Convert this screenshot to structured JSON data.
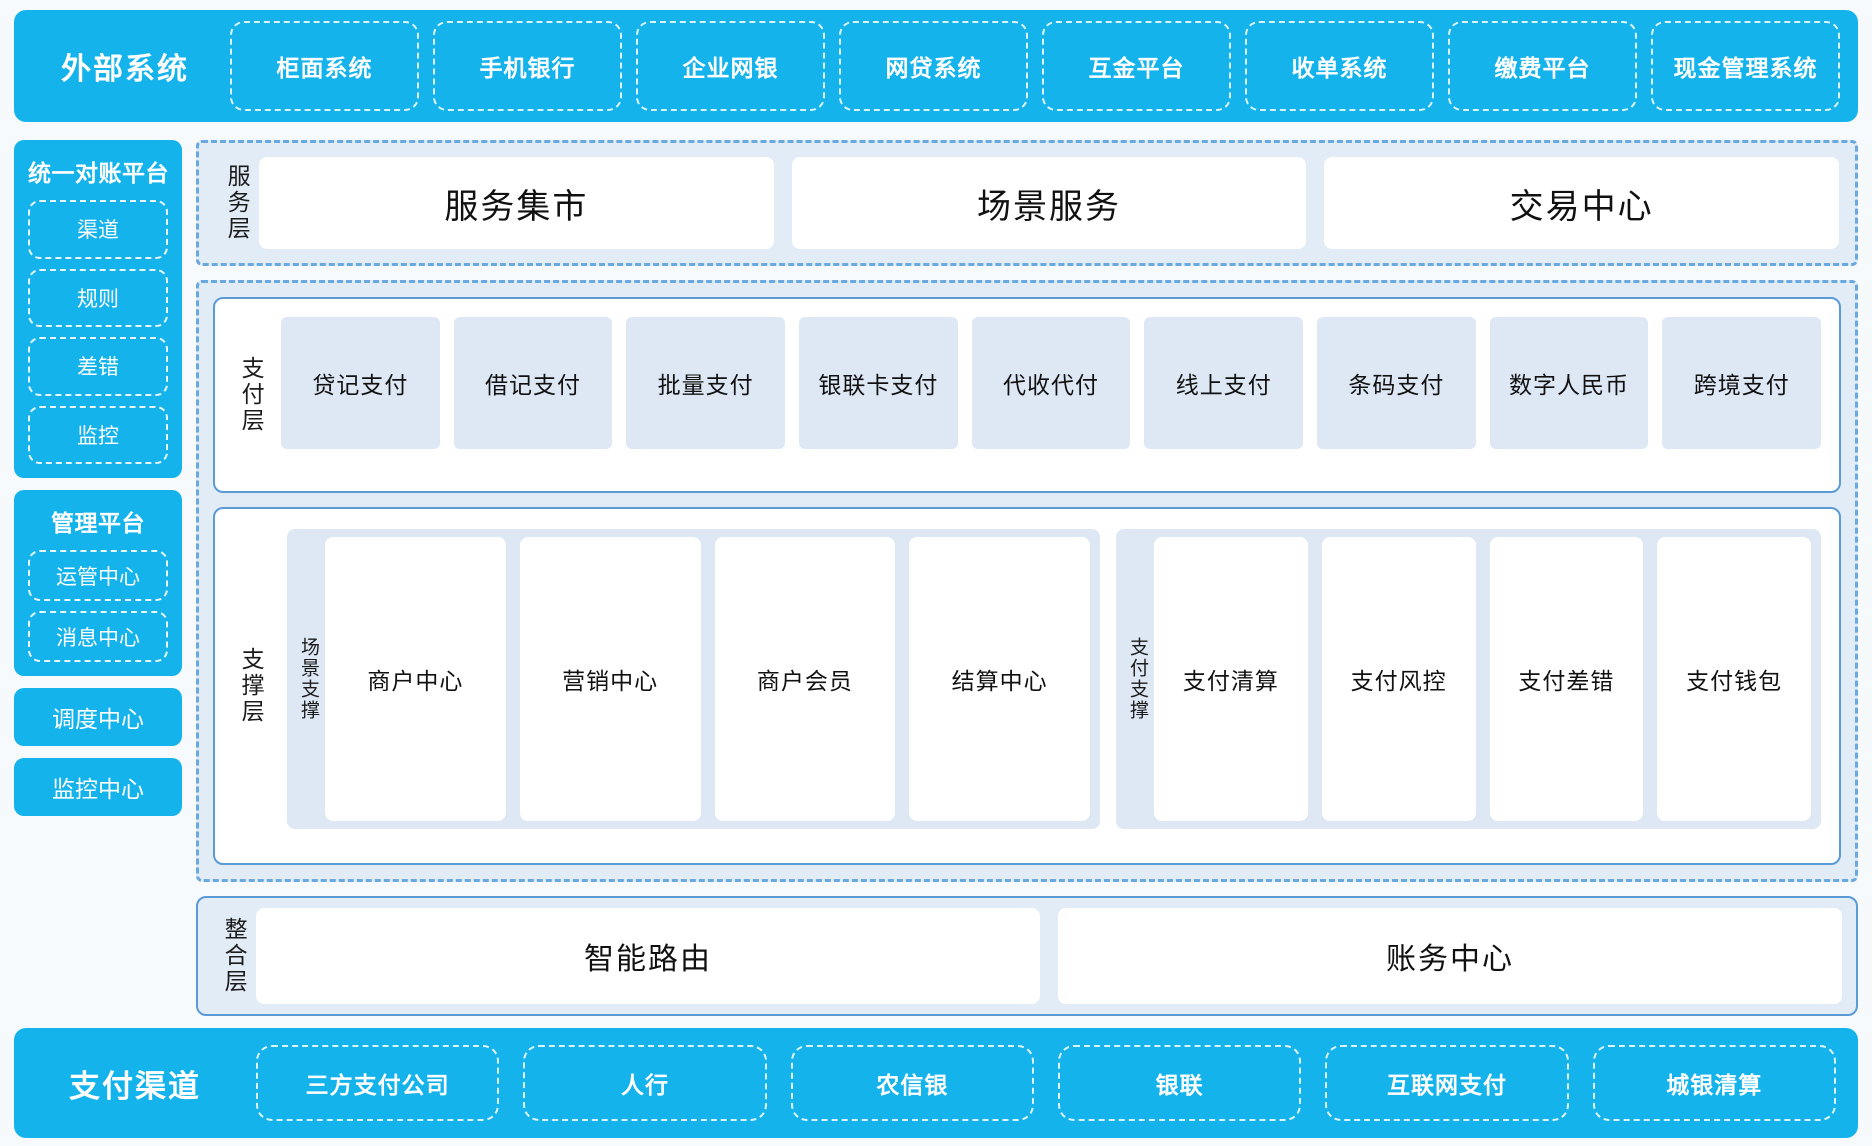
{
  "colors": {
    "brand_cyan": "#15b3ec",
    "dashed_blue": "#6aa9e0",
    "panel_border_blue": "#5b9bd5",
    "light_blue_fill": "#dde8f4",
    "group_fill": "#e2ecf7",
    "page_bg": "#f7fafc"
  },
  "external_systems": {
    "title": "外部系统",
    "items": [
      "柜面系统",
      "手机银行",
      "企业网银",
      "网贷系统",
      "互金平台",
      "收单系统",
      "缴费平台",
      "现金管理系统"
    ]
  },
  "sidebar": {
    "reconcile_platform": {
      "title": "统一对账平台",
      "items": [
        "渠道",
        "规则",
        "差错",
        "监控"
      ]
    },
    "manage_platform": {
      "title": "管理平台",
      "items": [
        "运管中心",
        "消息中心"
      ]
    },
    "standalone": [
      "调度中心",
      "监控中心"
    ]
  },
  "service_layer": {
    "label": "服务层",
    "cards": [
      "服务集市",
      "场景服务",
      "交易中心"
    ]
  },
  "payment_layer": {
    "label": "支付层",
    "cells": [
      "贷记支付",
      "借记支付",
      "批量支付",
      "银联卡支付",
      "代收代付",
      "线上支付",
      "条码支付",
      "数字人民币",
      "跨境支付"
    ]
  },
  "support_layer": {
    "label": "支撑层",
    "groups": [
      {
        "label": "场景支撑",
        "cards": [
          "商户中心",
          "营销中心",
          "商户会员",
          "结算中心"
        ]
      },
      {
        "label": "支付支撑",
        "cards": [
          "支付清算",
          "支付风控",
          "支付差错",
          "支付钱包"
        ]
      }
    ]
  },
  "integration_layer": {
    "label": "整合层",
    "cards": [
      "智能路由",
      "账务中心"
    ]
  },
  "payment_channels": {
    "title": "支付渠道",
    "items": [
      "三方支付公司",
      "人行",
      "农信银",
      "银联",
      "互联网支付",
      "城银清算"
    ]
  }
}
